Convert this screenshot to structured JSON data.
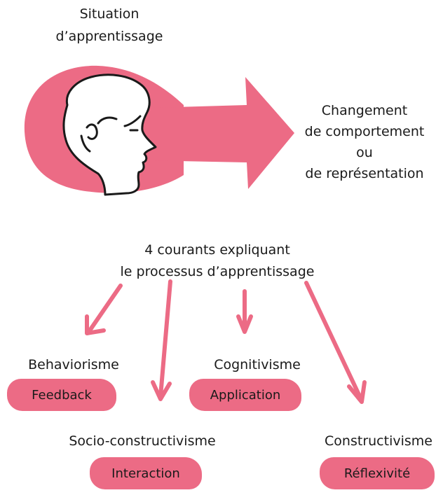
{
  "colors": {
    "accent": "#ec6b85",
    "ink": "#1a1a1a"
  },
  "top": {
    "situation_line1": "Situation",
    "situation_line2": "d’apprentissage",
    "change_line1": "Changement",
    "change_line2": "de comportement",
    "change_line3": "ou",
    "change_line4": "de représentation"
  },
  "middle": {
    "line1": "4 courants expliquant",
    "line2": "le processus d’apprentissage"
  },
  "currents": [
    {
      "name": "Behaviorisme",
      "keyword": "Feedback"
    },
    {
      "name": "Cognitivisme",
      "keyword": "Application"
    },
    {
      "name": "Socio-constructivisme",
      "keyword": "Interaction"
    },
    {
      "name": "Constructivisme",
      "keyword": "Réflexivité"
    }
  ],
  "icons": {
    "head": "learner-head-icon"
  }
}
